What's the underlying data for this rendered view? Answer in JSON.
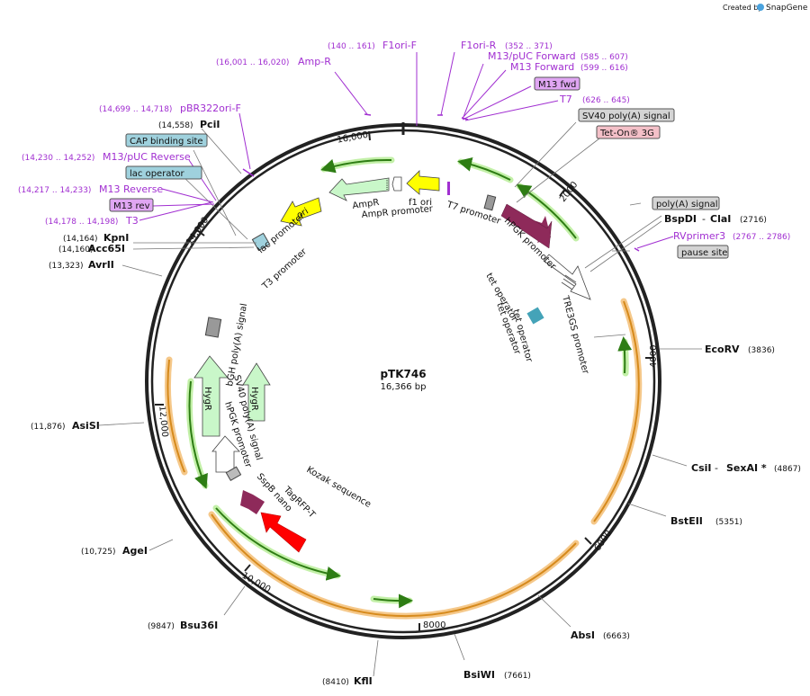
{
  "header": {
    "created_by": "Created by",
    "brand": "SnapGene"
  },
  "plasmid": {
    "name": "pTK746",
    "length": "16,366 bp",
    "total_bp": 16366
  },
  "colors": {
    "primer": "#a12fd1",
    "primer_fill": "#e0a6f3",
    "feature_gray": "#d4d4d4",
    "feature_pink": "#f4c0c8",
    "feature_blue": "#9fd1dd",
    "promoter_fill": "#ffffff",
    "marker_fill": "#c9f7c9",
    "origin_fill": "#ffff00",
    "purple": "#8e2a5a",
    "red": "#ff0000",
    "orange": "#f2a33a",
    "green": "#3aa31a"
  },
  "ticks": [
    {
      "label": "2000"
    },
    {
      "label": "4000"
    },
    {
      "label": "6000"
    },
    {
      "label": "8000"
    },
    {
      "label": "10,000"
    },
    {
      "label": "12,000"
    },
    {
      "label": "14,000"
    },
    {
      "label": "16,000"
    }
  ],
  "enzymes": [
    {
      "name": "PciI",
      "pos": "(14,558)"
    },
    {
      "name": "KpnI",
      "pos": "(14,164)"
    },
    {
      "name": "Acc65I",
      "pos": "(14,160)"
    },
    {
      "name": "AvrII",
      "pos": "(13,323)"
    },
    {
      "name": "AsiSI",
      "pos": "(11,876)"
    },
    {
      "name": "AgeI",
      "pos": "(10,725)"
    },
    {
      "name": "Bsu36I",
      "pos": "(9847)"
    },
    {
      "name": "KflI",
      "pos": "(8410)"
    },
    {
      "name": "BsiWI",
      "pos": "(7661)"
    },
    {
      "name": "AbsI",
      "pos": "(6663)"
    },
    {
      "name": "BstEII",
      "pos": "(5351)"
    },
    {
      "name": "CsiI",
      "name2": "SexAI *",
      "pos": "(4867)"
    },
    {
      "name": "EcoRV",
      "pos": "(3836)"
    },
    {
      "name": "BspDI",
      "name2": "ClaI",
      "pos": "(2716)"
    }
  ],
  "primers": [
    {
      "name": "F1ori-F",
      "pos": "(140 .. 161)"
    },
    {
      "name": "Amp-R",
      "pos": "(16,001 .. 16,020)"
    },
    {
      "name": "F1ori-R",
      "pos": "(352 .. 371)"
    },
    {
      "name": "M13/pUC Forward",
      "pos": "(585 .. 607)"
    },
    {
      "name": "M13 Forward",
      "pos": "(599 .. 616)"
    },
    {
      "name": "M13 fwd"
    },
    {
      "name": "T7",
      "pos": "(626 .. 645)"
    },
    {
      "name": "pBR322ori-F",
      "pos": "(14,699 .. 14,718)"
    },
    {
      "name": "M13/pUC Reverse",
      "pos": "(14,230 .. 14,252)"
    },
    {
      "name": "M13 Reverse",
      "pos": "(14,217 .. 14,233)"
    },
    {
      "name": "M13 rev"
    },
    {
      "name": "T3",
      "pos": "(14,178 .. 14,198)"
    },
    {
      "name": "RVprimer3",
      "pos": "(2767 .. 2786)"
    }
  ],
  "boxed_features": [
    {
      "name": "SV40 poly(A) signal"
    },
    {
      "name": "Tet-On® 3G"
    },
    {
      "name": "CAP binding site"
    },
    {
      "name": "lac operator"
    },
    {
      "name": "poly(A) signal"
    },
    {
      "name": "pause site"
    }
  ],
  "inner_labels": {
    "ampr": "AmpR",
    "ampr_promoter": "AmpR promoter",
    "f1_ori": "f1 ori",
    "t7_promoter": "T7 promoter",
    "hpgk_promoter_top": "hPGK promoter",
    "tre3gs": "TRE3GS promoter",
    "tet_op_1": "tet operator",
    "tet_op_2": "tet operator",
    "tet_op_3": "tet operator",
    "ori": "ori",
    "lac_promoter": "lac promoter",
    "t3_promoter": "T3 promoter",
    "bgh": "bGH poly(A) signal",
    "hygr_1": "HygR",
    "hygr_2": "HygR",
    "sv40_inner": "SV40 poly(A) signal",
    "hpgk_inner": "hPGK promoter",
    "sspb": "SspB nano",
    "tagrfp": "TagRFP-T",
    "kozak": "Kozak sequence"
  }
}
